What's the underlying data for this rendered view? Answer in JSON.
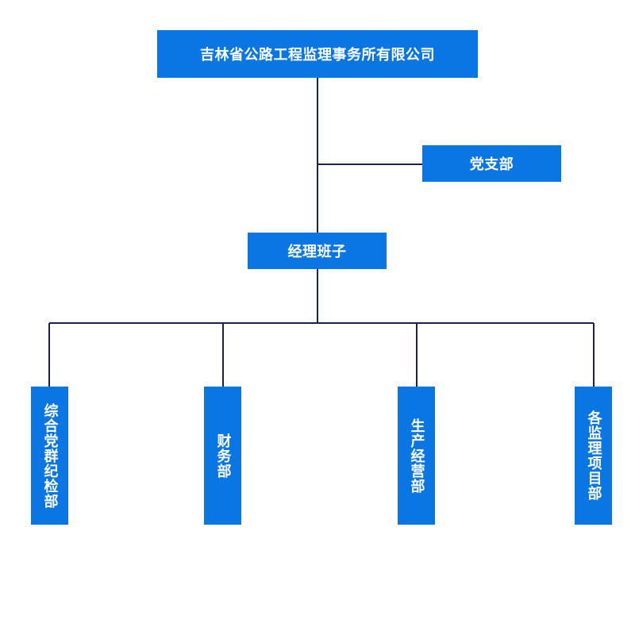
{
  "org_chart": {
    "root": {
      "label": "吉林省公路工程监理事务所有限公司"
    },
    "side_branch": {
      "label": "党支部"
    },
    "leadership": {
      "label": "经理班子"
    },
    "departments": [
      {
        "label": "综合党群纪检部"
      },
      {
        "label": "财务部"
      },
      {
        "label": "生产经营部"
      },
      {
        "label": "各监理项目部"
      }
    ]
  },
  "colors": {
    "node_fill": "#0a76e3",
    "node_text": "#ffffff",
    "connector": "#1a2150",
    "background": "#ffffff"
  }
}
